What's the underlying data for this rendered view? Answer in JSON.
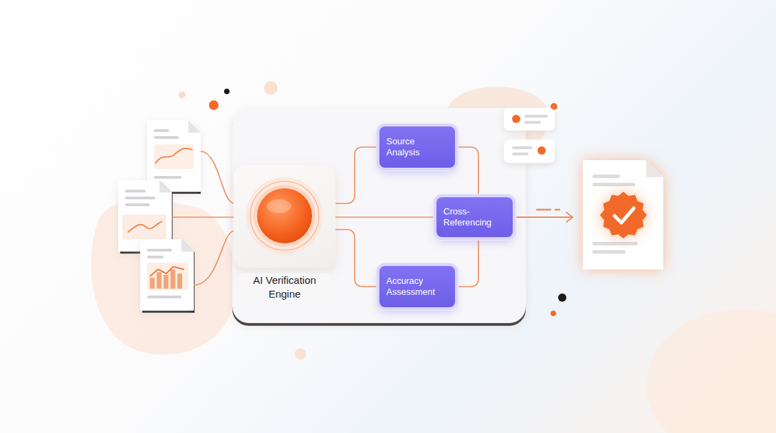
{
  "diagram": {
    "nodes": [
      {
        "text": [
          "AI Verification Engine"
        ]
      },
      {
        "text": [
          "Source Analysis"
        ]
      },
      {
        "text": [
          "Cross-Referencing"
        ]
      },
      {
        "text": [
          "Accuracy Assessment"
        ]
      }
    ],
    "edges": [
      {
        "from": 0,
        "to": 1,
        "arrow": "none"
      },
      {
        "from": 0,
        "to": 2,
        "arrow": "none"
      },
      {
        "from": 0,
        "to": 3,
        "arrow": "none"
      },
      {
        "from": 1,
        "to": 2,
        "arrow": "none"
      },
      {
        "from": 3,
        "to": 2,
        "arrow": "none"
      }
    ]
  }
}
